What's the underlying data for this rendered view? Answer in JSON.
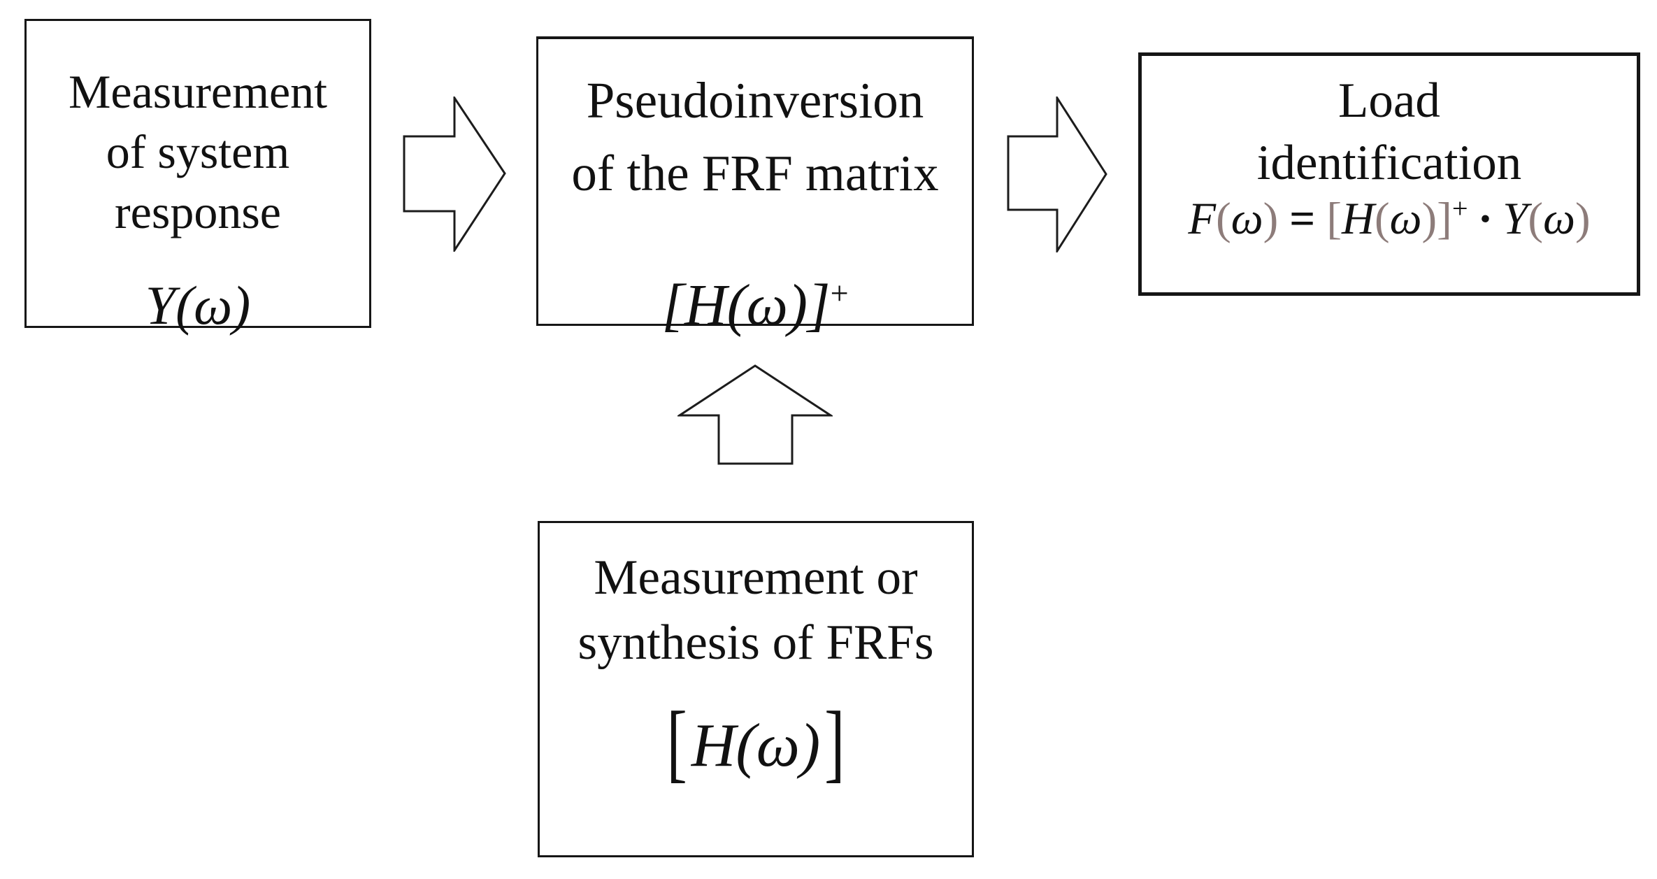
{
  "diagram": {
    "title": "Load identification flow diagram",
    "colors": {
      "background": "#ffffff",
      "box_border": "#161616",
      "text": "#111111",
      "formula_bracket_accent": "#8d7c7a"
    },
    "boxes": {
      "measurement_response": {
        "lines": [
          "Measurement",
          "of system",
          "response"
        ],
        "formula": "Y(ω)"
      },
      "pseudoinversion": {
        "lines": [
          "Pseudoinversion",
          "of the FRF matrix"
        ],
        "formula_base": "[H(ω)]",
        "formula_sup": "+"
      },
      "load_identification": {
        "lines": [
          "Load",
          "identification"
        ],
        "formula_parts": [
          "F",
          "(",
          "ω",
          ")",
          "=",
          "[",
          "H",
          "(",
          "ω",
          ")",
          "]",
          "+",
          "·",
          "Y",
          "(",
          "ω",
          ")"
        ]
      },
      "frf_synthesis": {
        "lines": [
          "Measurement or",
          "synthesis of FRFs"
        ],
        "formula_open": "[",
        "formula_body": "H(ω)",
        "formula_close": "]"
      }
    },
    "arrows": [
      {
        "name": "arrow-measure-to-pseudo",
        "direction": "right"
      },
      {
        "name": "arrow-pseudo-to-load",
        "direction": "right"
      },
      {
        "name": "arrow-frf-to-pseudo",
        "direction": "up"
      }
    ]
  }
}
